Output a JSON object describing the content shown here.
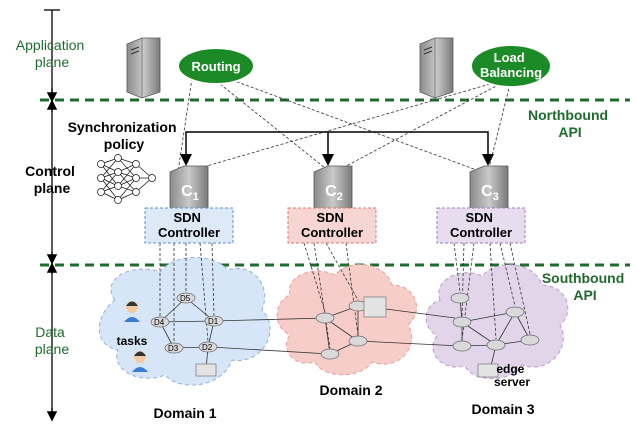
{
  "planes": {
    "application": [
      "Application",
      "plane"
    ],
    "control": [
      "Control",
      "plane"
    ],
    "data": [
      "Data",
      "plane"
    ]
  },
  "apis": {
    "northbound": [
      "Northbound",
      "API"
    ],
    "southbound": [
      "Southbound",
      "API"
    ]
  },
  "apps": {
    "routing": [
      "Routing"
    ],
    "load_balancing": [
      "Load",
      "Balancing"
    ]
  },
  "sync_policy": [
    "Synchronization",
    "policy"
  ],
  "controllers": {
    "c1": {
      "letter": "C",
      "sub": "1"
    },
    "c2": {
      "letter": "C",
      "sub": "2"
    },
    "c3": {
      "letter": "C",
      "sub": "3"
    }
  },
  "sdn_controller": [
    "SDN",
    "Controller"
  ],
  "domains": {
    "d1": "Domain 1",
    "d2": "Domain 2",
    "d3": "Domain 3"
  },
  "tasks_label": "tasks",
  "edge_server_label": [
    "edge",
    "server"
  ],
  "device_labels": {
    "d1": "D1",
    "d2": "D2",
    "d3": "D3",
    "d4": "D4",
    "d5": "D5"
  },
  "colors": {
    "green_dark": "#1f6b2e",
    "pill_green": "#1c8a26",
    "domain1": "#d6e6f8",
    "domain2": "#f7cdc9",
    "domain3": "#e2d5ea",
    "box1": "#dde9f7",
    "box2": "#f6d5d2",
    "box3": "#e8dcef"
  }
}
